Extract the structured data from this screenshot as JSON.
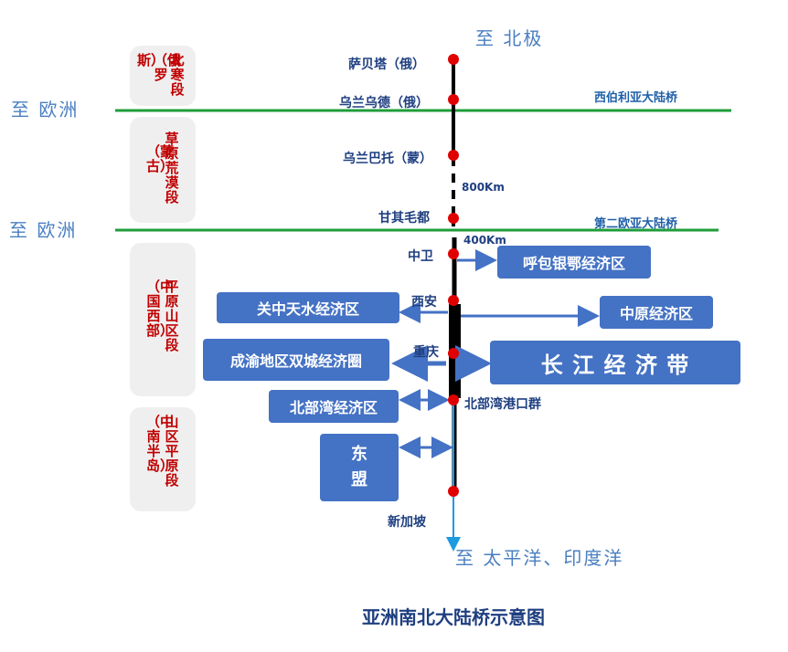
{
  "directions": {
    "north": "至  北极",
    "europe_1": "至  欧洲",
    "europe_2": "至  欧洲",
    "south": "至  太平洋、印度洋"
  },
  "segments": [
    {
      "name_lines": [
        "北寒段",
        "（俄罗",
        "斯）"
      ]
    },
    {
      "name_lines": [
        "草原荒漠段",
        "（蒙古）"
      ]
    },
    {
      "name_lines": [
        "平原山区段",
        "（中国西部）"
      ]
    },
    {
      "name_lines": [
        "山区平原段",
        "（中南半岛）"
      ]
    }
  ],
  "cities": {
    "sabeita": "萨贝塔（俄）",
    "ulan_ude": "乌兰乌德（俄）",
    "ulaanbaatar": "乌兰巴托（蒙）",
    "ganqimaodu": "甘其毛都",
    "zhongwei": "中卫",
    "xian": "西安",
    "chongqing": "重庆",
    "beibuwan_port": "北部湾港口群",
    "singapore": "新加坡"
  },
  "bridges": {
    "siberia": "西伯利亚大陆桥",
    "second": "第二欧亚大陆桥"
  },
  "distances": {
    "d800": "800Km",
    "d400": "400Km"
  },
  "zones": {
    "hubao": "呼包银鄂经济区",
    "guanzhong": "关中天水经济区",
    "zhongyuan": "中原经济区",
    "chengyu": "成渝地区双城经济圈",
    "yangtze": "长  江  经  济  带",
    "beibuwan": "北部湾经济区",
    "asean": "东\n盟"
  },
  "caption": "亚洲南北大陆桥示意图",
  "colors": {
    "trunk": "#000000",
    "green_line": "#1f9d3a",
    "arrow": "#4472c4",
    "south_line": "#1e9be0",
    "dot": "#e00000",
    "segment_text": "#c00000"
  }
}
